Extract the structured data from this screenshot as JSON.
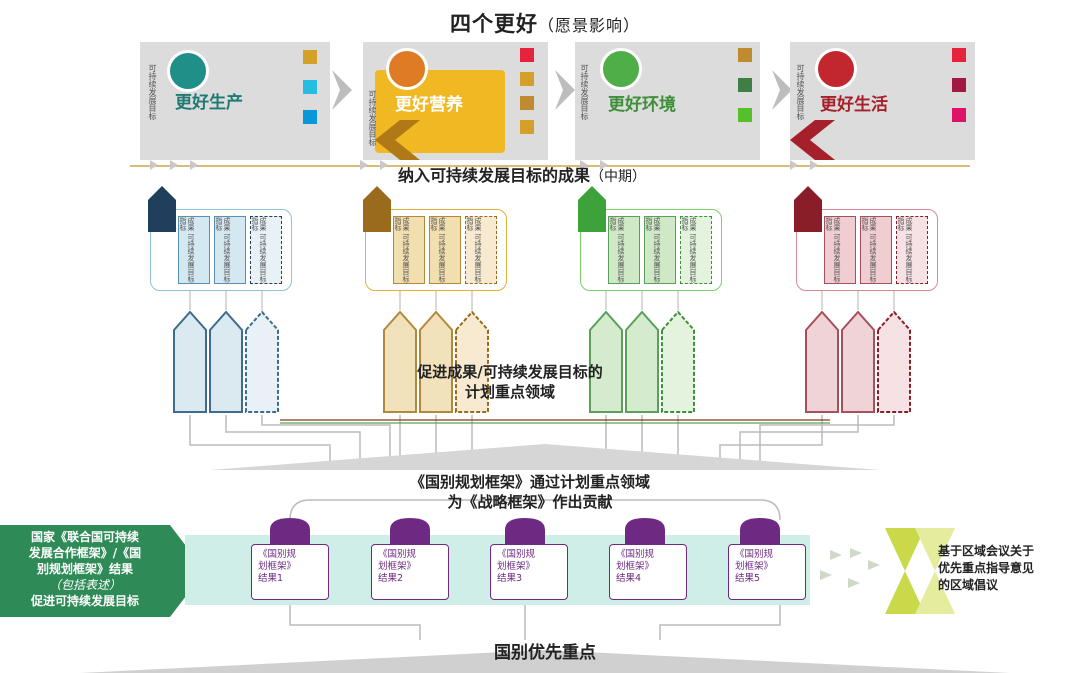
{
  "header": {
    "title": "四个更好",
    "subtitle": "（愿景影响）"
  },
  "pillars": [
    {
      "name": "更好生产",
      "vlabel": "可持续发展目标",
      "color": "#1f8f88"
    },
    {
      "name": "更好营养",
      "vlabel": "可持续发展目标",
      "color": "#e07b25"
    },
    {
      "name": "更好环境",
      "vlabel": "可持续发展目标",
      "color": "#4fae48"
    },
    {
      "name": "更好生活",
      "vlabel": "可持续发展目标",
      "color": "#c1272d"
    }
  ],
  "outcomes_title": {
    "main": "纳入可持续发展目标的成果",
    "sub": "（中期）"
  },
  "outcome_tile_text": "成果 可持续发展目标指标",
  "priority_areas": {
    "line1": "促进成果/可持续发展目标的",
    "line2": "计划重点领域"
  },
  "cpf": {
    "line1": "《国别规划框架》通过计划重点领域",
    "line2": "为《战略框架》作出贡献"
  },
  "unsdcf": {
    "line1": "国家《联合国可持续",
    "line2": "发展合作框架》/《国",
    "line3": "别规划框架》结果",
    "line4": "（包括表述）",
    "line5": "促进可持续发展目标"
  },
  "cpf_outcomes": [
    {
      "l1": "《国别规",
      "l2": "划框架》",
      "l3": "结果1"
    },
    {
      "l1": "《国别规",
      "l2": "划框架》",
      "l3": "结果2"
    },
    {
      "l1": "《国别规",
      "l2": "划框架》",
      "l3": "结果3"
    },
    {
      "l1": "《国别规",
      "l2": "划框架》",
      "l3": "结果4"
    },
    {
      "l1": "《国别规",
      "l2": "划框架》",
      "l3": "结果5"
    }
  ],
  "regional": {
    "line1": "基于区域会议关于",
    "line2": "优先重点指导意见",
    "line3": "的区域倡议"
  },
  "bottom": {
    "title": "国别优先重点"
  }
}
